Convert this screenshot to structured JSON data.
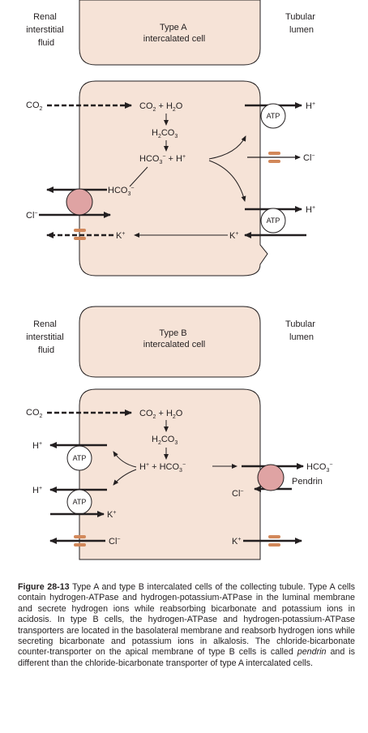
{
  "type_a": {
    "left_label": [
      "Renal",
      "interstitial",
      "fluid"
    ],
    "cell_label": [
      "Type A",
      "intercalated cell"
    ],
    "right_label": [
      "Tubular",
      "lumen"
    ],
    "atp": "ATP",
    "h_plus": "H+",
    "cl_minus": "Cl−",
    "hco3_minus": "HCO3−",
    "k_plus": "K+",
    "co2": "CO2",
    "reaction_1": "CO2 + H2O",
    "reaction_2": "H2CO3",
    "reaction_3": "HCO3− + H+"
  },
  "type_b": {
    "left_label": [
      "Renal",
      "interstitial",
      "fluid"
    ],
    "cell_label": [
      "Type B",
      "intercalated cell"
    ],
    "right_label": [
      "Tubular",
      "lumen"
    ],
    "atp": "ATP",
    "h_plus": "H+",
    "cl_minus": "Cl−",
    "hco3_minus": "HCO3−",
    "k_plus": "K+",
    "co2": "CO2",
    "pendrin": "Pendrin",
    "reaction_1": "CO2 + H2O",
    "reaction_2": "H2CO3",
    "reaction_3": "H+ + HCO3−"
  },
  "caption": {
    "figure_label": "Figure 28-13",
    "text_1": " Type A and type B intercalated cells of the collecting tubule. Type A cells contain hydrogen-ATPase and hydrogen-potassium-ATPase in the luminal membrane and secrete hydrogen ions while reabsorbing bicarbonate and potassium ions in acidosis. In type B cells, the hydrogen-ATPase and hydrogen-potassium-ATPase transporters are located in the basolateral membrane and reabsorb hydrogen ions while secreting bicarbonate and potassium ions in alkalosis. The chloride-bicarbonate counter-transporter on the apical membrane of type B cells is called ",
    "italic": "pendrin",
    "text_2": " and is different than the chloride-bicarbonate transporter of type A intercalated cells."
  },
  "colors": {
    "cell_fill": "#f6e3d7",
    "transporter_fill": "#dfa3a3",
    "channel_orange": "#d2885a",
    "ink": "#231f20"
  }
}
